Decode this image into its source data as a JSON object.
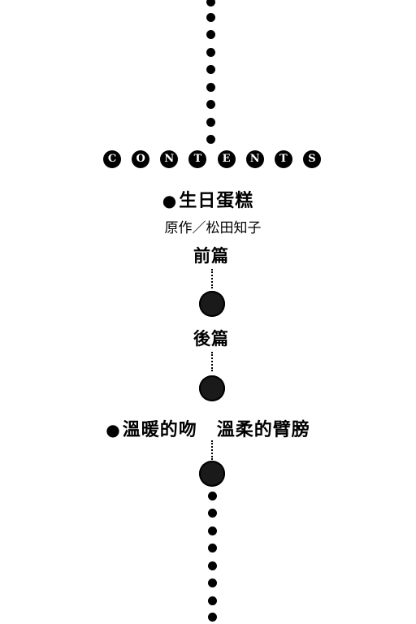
{
  "contents_heading": [
    "C",
    "O",
    "N",
    "T",
    "E",
    "N",
    "T",
    "S"
  ],
  "stories": [
    {
      "bullet": "●",
      "title": "生日蛋糕",
      "author_line": "原作／松田知子",
      "parts": [
        {
          "label": "前篇"
        },
        {
          "label": "後篇"
        }
      ]
    },
    {
      "bullet": "●",
      "title_a": "溫暖的吻",
      "title_b": "溫柔的臂膀"
    }
  ],
  "colors": {
    "ink": "#000000",
    "paper": "#ffffff"
  }
}
